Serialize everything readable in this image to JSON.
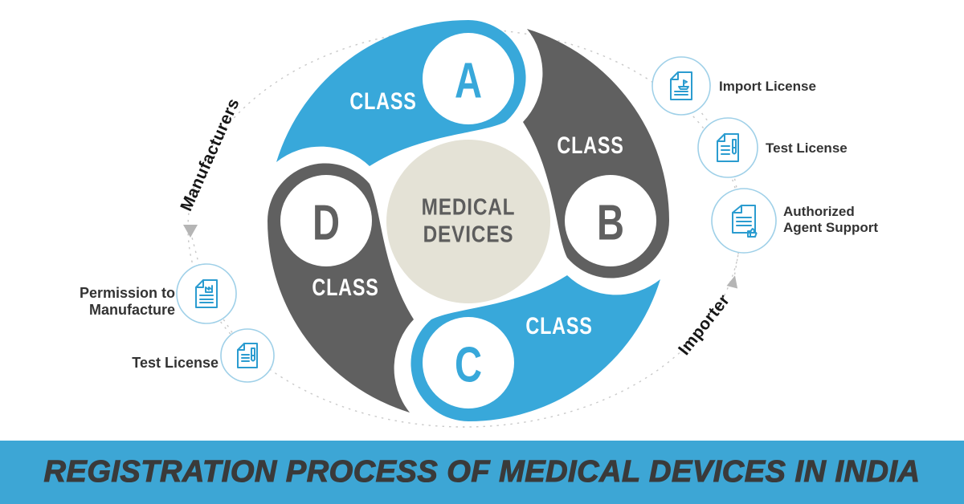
{
  "banner": {
    "title": "REGISTRATION PROCESS OF MEDICAL DEVICES IN INDIA"
  },
  "diagram": {
    "center": {
      "line1": "MEDICAL",
      "line2": "DEVICES"
    },
    "classes": [
      {
        "letter": "A",
        "label": "CLASS",
        "color": "#38a8da"
      },
      {
        "letter": "B",
        "label": "CLASS",
        "color": "#606060"
      },
      {
        "letter": "C",
        "label": "CLASS",
        "color": "#38a8da"
      },
      {
        "letter": "D",
        "label": "CLASS",
        "color": "#606060"
      }
    ],
    "manufacturers_label": "Manufacturers",
    "importer_label": "Importer"
  },
  "manufacturer_requirements": [
    {
      "label": "Permission to Manufacture",
      "icon": "document-factory-icon"
    },
    {
      "label": "Test License",
      "icon": "document-testtube-icon"
    }
  ],
  "importer_requirements": [
    {
      "label": "Import License",
      "icon": "document-ship-icon"
    },
    {
      "label": "Test License",
      "icon": "document-testtube-icon"
    },
    {
      "label": "Authorized Agent Support",
      "icon": "document-thumbsup-icon"
    }
  ],
  "colors": {
    "blue": "#38a8da",
    "gray": "#606060",
    "hub_beige": "#e4e2d6",
    "banner_bg": "#3da6d5",
    "banner_text": "#3a3a3a",
    "icon_stroke": "#2b9cd0",
    "icon_circle_stroke": "#9fd0e8",
    "dash": "#c9c9c9",
    "label_text": "#333333",
    "center_text": "#5d5d5d"
  }
}
